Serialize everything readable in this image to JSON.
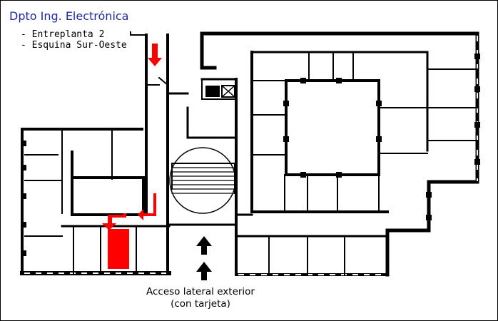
{
  "title": "Dpto Ing. Electrónica",
  "location_notes": [
    "- Entreplanta 2",
    "- Esquina Sur-Oeste"
  ],
  "access_caption": [
    "Acceso lateral exterior",
    "(con tarjeta)"
  ],
  "colors": {
    "title": "#1f2aa0",
    "walls": "#000000",
    "highlight": "#ff0000",
    "arrows": "#ff0000"
  },
  "icons": [
    "route-arrow-icon",
    "entrance-arrow-icon",
    "destination-room-marker"
  ]
}
